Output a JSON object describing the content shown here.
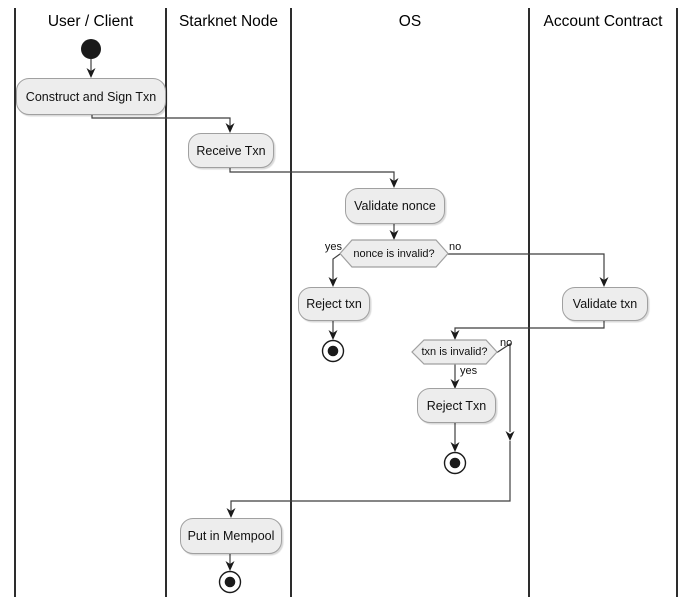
{
  "lanes": [
    {
      "label": "User / Client"
    },
    {
      "label": "Starknet Node"
    },
    {
      "label": "OS"
    },
    {
      "label": "Account Contract"
    }
  ],
  "nodes": {
    "construct_sign": "Construct and Sign Txn",
    "receive_txn": "Receive Txn",
    "validate_nonce": "Validate nonce",
    "reject_txn_nonce": "Reject txn",
    "validate_txn": "Validate txn",
    "reject_txn_os": "Reject Txn",
    "put_in_mempool": "Put in Mempool"
  },
  "decisions": {
    "nonce_invalid": "nonce is invalid?",
    "txn_invalid": "txn is invalid?"
  },
  "edge_labels": {
    "nonce_yes": "yes",
    "nonce_no": "no",
    "txn_yes": "yes",
    "txn_no": "no"
  },
  "colors": {
    "node_fill": "#ededed",
    "node_border": "#a0a0a0",
    "connector": "#3f3f3f",
    "arrowhead": "#1a1a1a",
    "lane_line": "#2d2d2d",
    "text": "#111111"
  }
}
